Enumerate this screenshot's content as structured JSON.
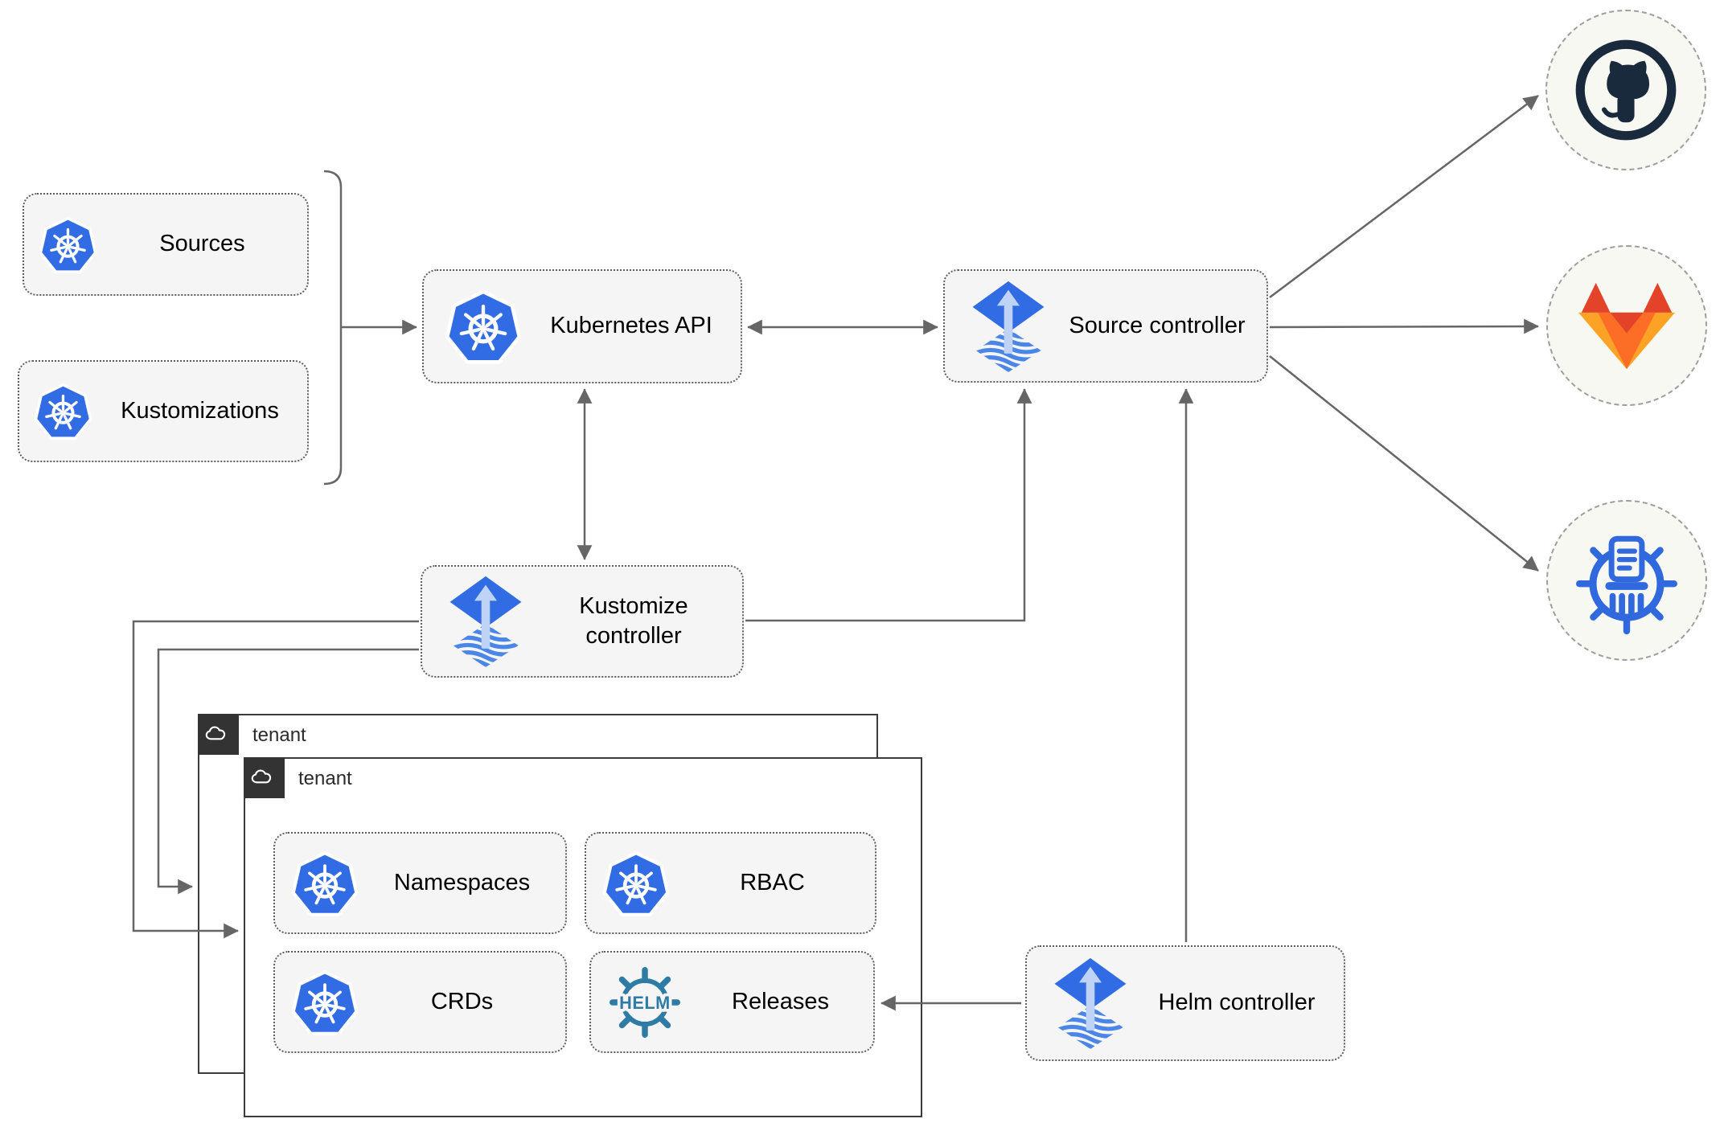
{
  "colors": {
    "line": "#666666",
    "box_fill": "#f5f5f5",
    "box_border": "#5f5f5f",
    "kubernetes_blue": "#326ce5",
    "flux_blue": "#316ce4",
    "flux_light": "#4a86e8",
    "flux_arrow": "#bed3f5",
    "helm_teal": "#2e7ba6",
    "github_dark": "#182a3b",
    "gitlab_red": "#e24329",
    "gitlab_orange": "#fc6d26",
    "gitlab_amber": "#fca326",
    "chartmuseum_blue": "#3069de",
    "tenant_dark": "#333333",
    "circle_fill": "#f8f8f2"
  },
  "nodes": {
    "sources": {
      "label": "Sources"
    },
    "kustomizations": {
      "label": "Kustomizations"
    },
    "kubernetes_api": {
      "label": "Kubernetes API"
    },
    "source_controller": {
      "label": "Source controller"
    },
    "kustomize_controller": {
      "label": "Kustomize controller"
    },
    "helm_controller": {
      "label": "Helm controller"
    },
    "namespaces": {
      "label": "Namespaces"
    },
    "rbac": {
      "label": "RBAC"
    },
    "crds": {
      "label": "CRDs"
    },
    "releases": {
      "label": "Releases"
    }
  },
  "tenants": {
    "back_label": "tenant",
    "front_label": "tenant"
  },
  "logos": {
    "helm_text": "HELM"
  }
}
